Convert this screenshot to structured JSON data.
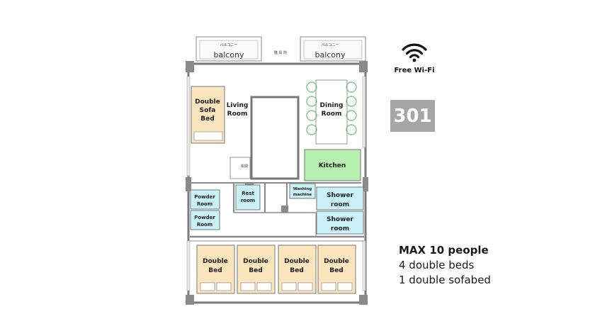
{
  "room_number": "301",
  "wifi": {
    "label": "Free Wi-Fi",
    "icon": "wifi-icon"
  },
  "capacity": {
    "title": "MAX 10 people",
    "lines": [
      "4 double beds",
      "1 double sofabed"
    ]
  },
  "plan": {
    "balconies": [
      {
        "jp": "バルコニー",
        "label": "balcony"
      },
      {
        "jp": "バルコニー",
        "label": "balcony"
      }
    ],
    "top_jp": "階 段 所",
    "entrance_jp": "玄関",
    "rooms": {
      "living": [
        "Living",
        "Room"
      ],
      "dining": [
        "Dining",
        "Room"
      ],
      "kitchen": "Kitchen",
      "sofa_bed": [
        "Double",
        "Sofa",
        "Bed"
      ],
      "rest": [
        "Rest",
        "room"
      ],
      "washing": [
        "Washing",
        "machine"
      ],
      "powder": [
        [
          "Powder",
          "Room"
        ],
        [
          "Powder",
          "Room"
        ]
      ],
      "shower": [
        [
          "Shower",
          "room"
        ],
        [
          "Shower",
          "room"
        ]
      ],
      "beds": [
        [
          "Double",
          "Bed"
        ],
        [
          "Double",
          "Bed"
        ],
        [
          "Double",
          "Bed"
        ],
        [
          "Double",
          "Bed"
        ]
      ]
    }
  },
  "colors": {
    "bed": "#fbe5bd",
    "wet_room": "#c9f1f7",
    "kitchen": "#b5f0b0",
    "wall": "#7a7a7a",
    "badge": "#a6a6a6"
  }
}
